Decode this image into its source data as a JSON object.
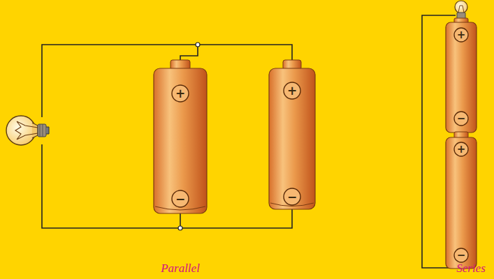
{
  "diagram": {
    "labels": [
      "+",
      "−",
      "+",
      "−",
      "+",
      "−",
      "+",
      "−",
      "Parallel",
      "Series"
    ]
  }
}
